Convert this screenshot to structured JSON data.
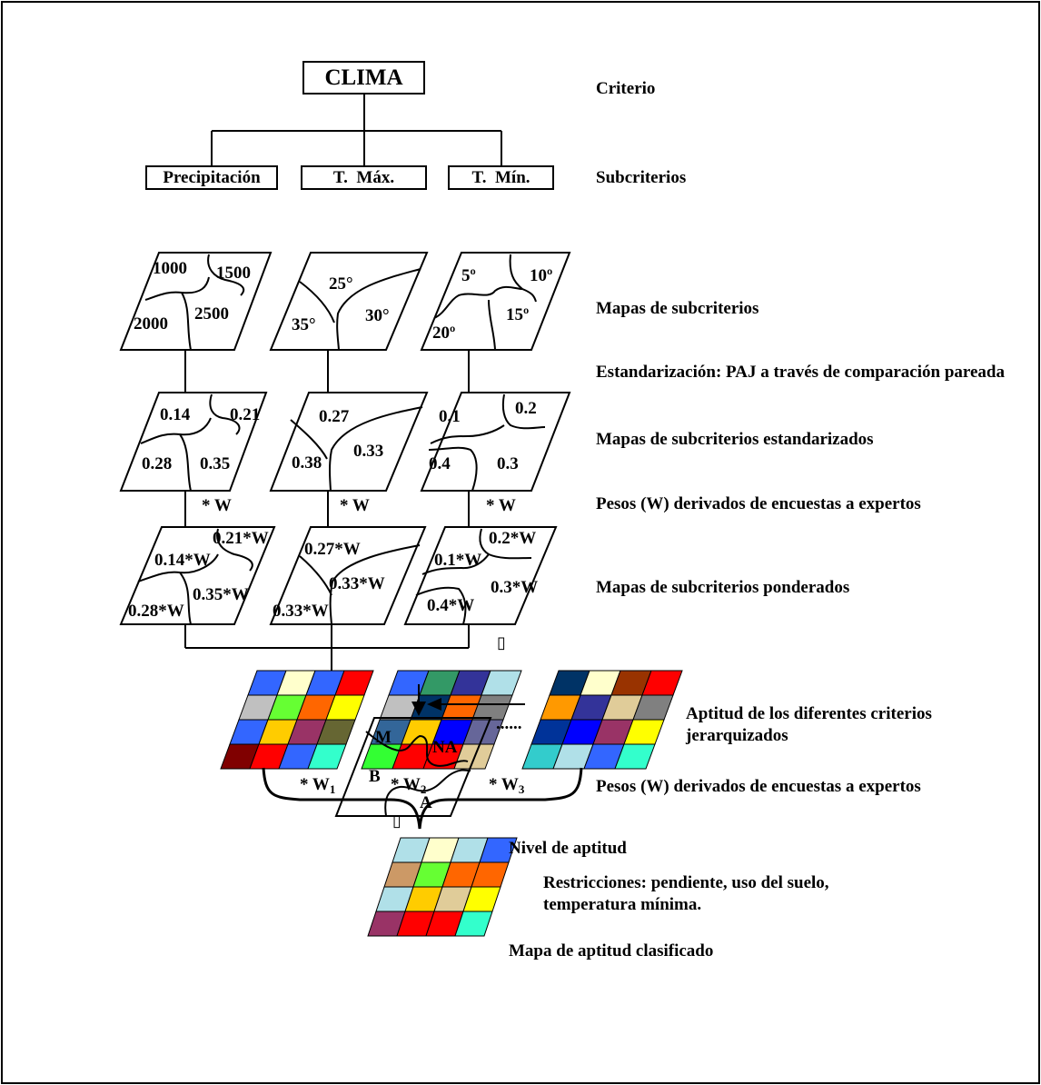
{
  "hierarchy": {
    "criterion": "CLIMA",
    "subcriteria": [
      "Precipitación",
      "T.  Máx.",
      "T.  Mín."
    ]
  },
  "labels": {
    "criterio": "Criterio",
    "subcriterios": "Subcriterios",
    "mapas": "Mapas de subcriterios",
    "estandarizacion": "Estandarización: PAJ a través de comparación pareada",
    "estandarizados": "Mapas de subcriterios estandarizados",
    "pesos1": "Pesos (W) derivados de encuestas a expertos",
    "ponderados": "Mapas de subcriterios ponderados",
    "aptitud_criterios": "Aptitud de los diferentes criterios jerarquizados",
    "pesos2": "Pesos (W) derivados de encuestas a expertos",
    "nivel": "Nivel de aptitud",
    "restricciones": "Restricciones: pendiente, uso del suelo, temperatura mínima.",
    "clasificado": "Mapa de aptitud clasificado"
  },
  "maps": {
    "raw": [
      [
        "1000",
        "1500",
        "2500",
        "2000"
      ],
      [
        "25°",
        "35°",
        "30°"
      ],
      [
        "5º",
        "10º",
        "15º",
        "20º"
      ]
    ],
    "standardized": [
      [
        "0.14",
        "0.21",
        "0.28",
        "0.35"
      ],
      [
        "0.27",
        "0.38",
        "0.33"
      ],
      [
        "0.1",
        "0.2",
        "0.4",
        "0.3"
      ]
    ],
    "weight_tag": "* W",
    "weighted": [
      [
        "0.21*W",
        "0.14*W",
        "0.35*W",
        "0.28*W"
      ],
      [
        "0.27*W",
        "0.33*W",
        "0.33*W"
      ],
      [
        "0.2*W",
        "0.1*W",
        "0.3*W",
        "0.4*W"
      ]
    ],
    "symbol_box": "▯",
    "classified": [
      "M",
      "NA",
      "B",
      "A"
    ]
  },
  "grids": {
    "ellipsis": "......",
    "weights": [
      {
        "base": "* W",
        "sub": "1"
      },
      {
        "base": "* W",
        "sub": "2"
      },
      {
        "base": "* W",
        "sub": "3"
      }
    ],
    "colors": [
      [
        [
          "#3366ff",
          "#ffffcc",
          "#3366ff",
          "#ff0000"
        ],
        [
          "#c0c0c0",
          "#66ff33",
          "#ff6600",
          "#ffff00"
        ],
        [
          "#3366ff",
          "#ffcc00",
          "#993366",
          "#666633"
        ],
        [
          "#800000",
          "#ff0000",
          "#3366ff",
          "#33ffcc"
        ]
      ],
      [
        [
          "#3366ff",
          "#339966",
          "#333399",
          "#b0e0e8"
        ],
        [
          "#c0c0c0",
          "#003366",
          "#ff6600",
          "#808080"
        ],
        [
          "#336699",
          "#ffcc00",
          "#0000ff",
          "#666699"
        ],
        [
          "#33ff33",
          "#ff0000",
          "#ff0000",
          "#e0cc99"
        ]
      ],
      [
        [
          "#003366",
          "#ffffcc",
          "#993300",
          "#ff0000"
        ],
        [
          "#ff9900",
          "#333399",
          "#e0cc99",
          "#808080"
        ],
        [
          "#003399",
          "#0000ff",
          "#993366",
          "#ffff00"
        ],
        [
          "#33cccc",
          "#b0e0e8",
          "#3366ff",
          "#33ffcc"
        ]
      ],
      [
        [
          "#b0e0e8",
          "#ffffcc",
          "#b0e0e8",
          "#3366ff"
        ],
        [
          "#cc9966",
          "#66ff33",
          "#ff6600",
          "#ff6600"
        ],
        [
          "#b0e0e8",
          "#ffcc00",
          "#e0cc99",
          "#ffff00"
        ],
        [
          "#993366",
          "#ff0000",
          "#ff0000",
          "#33ffcc"
        ]
      ]
    ]
  }
}
